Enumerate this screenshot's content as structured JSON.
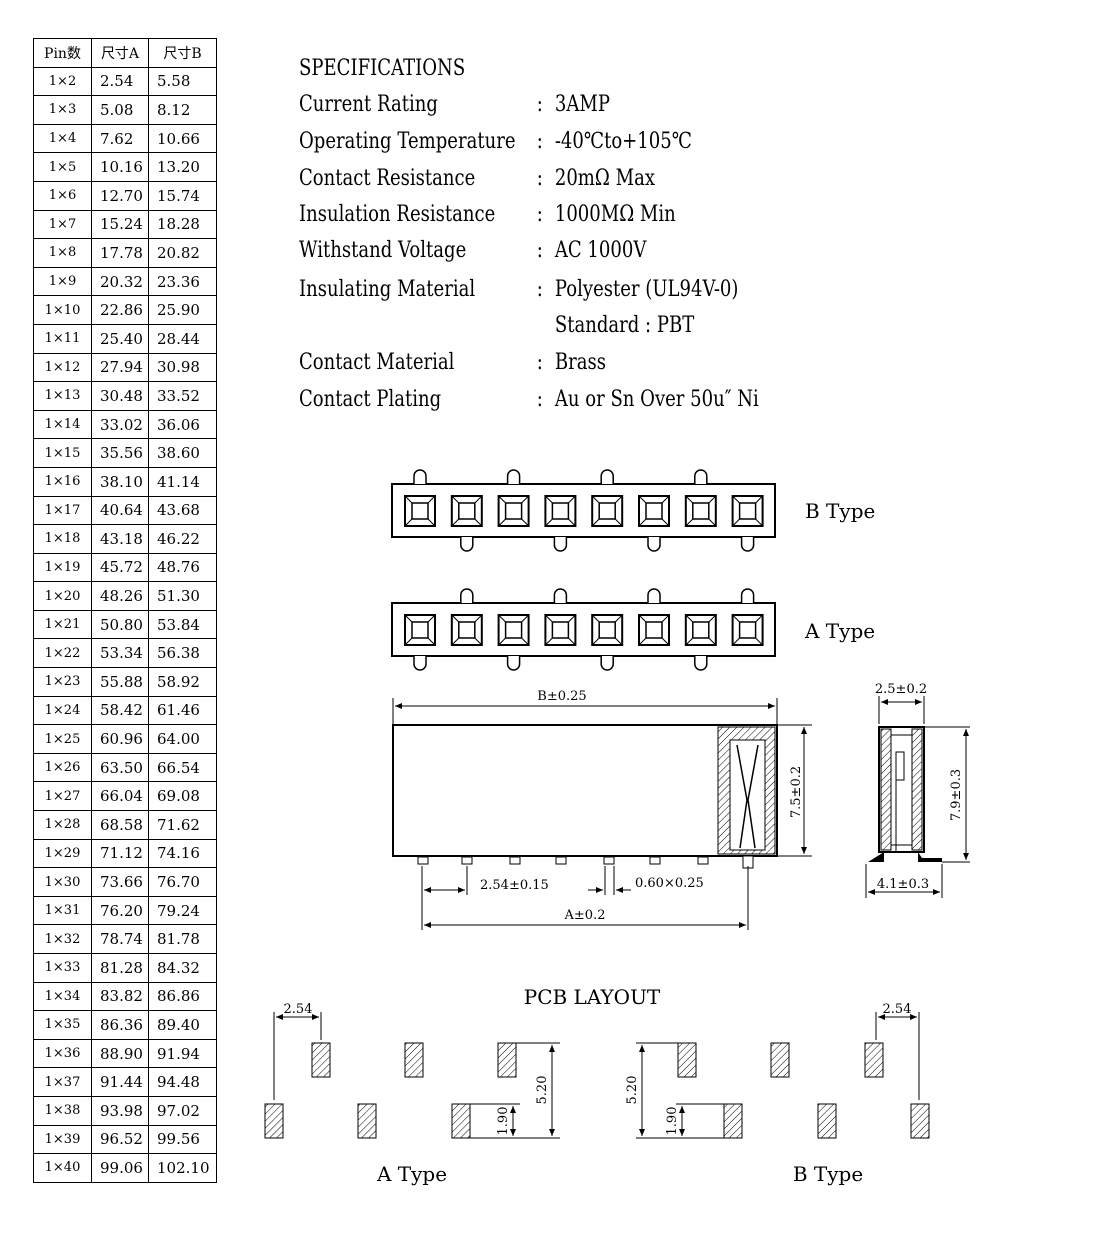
{
  "table": {
    "headers": [
      "Pin数",
      "尺寸A",
      "尺寸B"
    ],
    "rows": [
      [
        "1×2",
        "2.54",
        "5.58"
      ],
      [
        "1×3",
        "5.08",
        "8.12"
      ],
      [
        "1×4",
        "7.62",
        "10.66"
      ],
      [
        "1×5",
        "10.16",
        "13.20"
      ],
      [
        "1×6",
        "12.70",
        "15.74"
      ],
      [
        "1×7",
        "15.24",
        "18.28"
      ],
      [
        "1×8",
        "17.78",
        "20.82"
      ],
      [
        "1×9",
        "20.32",
        "23.36"
      ],
      [
        "1×10",
        "22.86",
        "25.90"
      ],
      [
        "1×11",
        "25.40",
        "28.44"
      ],
      [
        "1×12",
        "27.94",
        "30.98"
      ],
      [
        "1×13",
        "30.48",
        "33.52"
      ],
      [
        "1×14",
        "33.02",
        "36.06"
      ],
      [
        "1×15",
        "35.56",
        "38.60"
      ],
      [
        "1×16",
        "38.10",
        "41.14"
      ],
      [
        "1×17",
        "40.64",
        "43.68"
      ],
      [
        "1×18",
        "43.18",
        "46.22"
      ],
      [
        "1×19",
        "45.72",
        "48.76"
      ],
      [
        "1×20",
        "48.26",
        "51.30"
      ],
      [
        "1×21",
        "50.80",
        "53.84"
      ],
      [
        "1×22",
        "53.34",
        "56.38"
      ],
      [
        "1×23",
        "55.88",
        "58.92"
      ],
      [
        "1×24",
        "58.42",
        "61.46"
      ],
      [
        "1×25",
        "60.96",
        "64.00"
      ],
      [
        "1×26",
        "63.50",
        "66.54"
      ],
      [
        "1×27",
        "66.04",
        "69.08"
      ],
      [
        "1×28",
        "68.58",
        "71.62"
      ],
      [
        "1×29",
        "71.12",
        "74.16"
      ],
      [
        "1×30",
        "73.66",
        "76.70"
      ],
      [
        "1×31",
        "76.20",
        "79.24"
      ],
      [
        "1×32",
        "78.74",
        "81.78"
      ],
      [
        "1×33",
        "81.28",
        "84.32"
      ],
      [
        "1×34",
        "83.82",
        "86.86"
      ],
      [
        "1×35",
        "86.36",
        "89.40"
      ],
      [
        "1×36",
        "88.90",
        "91.94"
      ],
      [
        "1×37",
        "91.44",
        "94.48"
      ],
      [
        "1×38",
        "93.98",
        "97.02"
      ],
      [
        "1×39",
        "96.52",
        "99.56"
      ],
      [
        "1×40",
        "99.06",
        "102.10"
      ]
    ]
  },
  "specs": {
    "title": "SPECIFICATIONS",
    "items": [
      {
        "label": "Current Rating",
        "value": "3AMP"
      },
      {
        "label": "Operating Temperature",
        "value": "-40℃to+105℃"
      },
      {
        "label": "Contact Resistance",
        "value": "20mΩ  Max"
      },
      {
        "label": "Insulation Resistance",
        "value": "1000MΩ  Min"
      },
      {
        "label": "Withstand Voltage",
        "value": "AC 1000V"
      },
      {
        "label": "Insulating Material",
        "value": "Polyester (UL94V-0)"
      },
      {
        "label": "",
        "value": "Standard : PBT"
      },
      {
        "label": "Contact Material",
        "value": "Brass"
      },
      {
        "label": "Contact Plating",
        "value": "Au or Sn Over 50u″ Ni"
      }
    ]
  },
  "diagram": {
    "b_type_label": "B  Type",
    "a_type_label": "A  Type",
    "dim_b": "B±0.25",
    "dim_height_body": "7.5±0.2",
    "dim_pitch": "2.54±0.15",
    "dim_pin": "0.60×0.25",
    "dim_a": "A±0.2",
    "dim_width_top": "2.5±0.2",
    "dim_height_side": "7.9±0.3",
    "dim_width_bottom": "4.1±0.3",
    "pcb_title": "PCB LAYOUT",
    "pcb_pitch": "2.54",
    "pcb_span": "5.20",
    "pcb_pad": "1.90",
    "pcb_a_label": "A  Type",
    "pcb_b_label": "B  Type"
  }
}
